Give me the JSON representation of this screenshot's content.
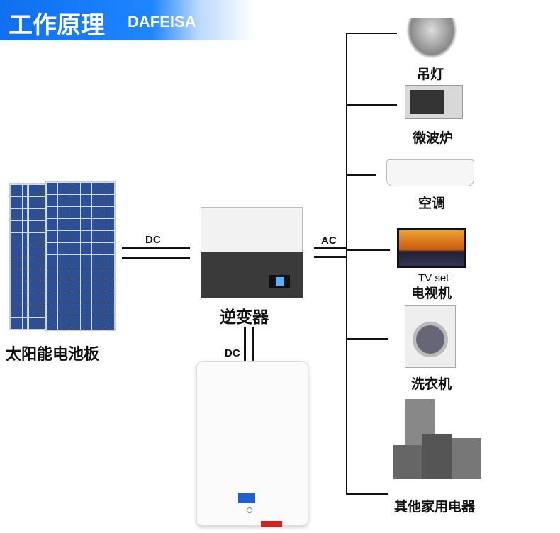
{
  "header": {
    "title": "工作原理",
    "brand": "DAFEISA"
  },
  "components": {
    "solar_panel": "太阳能电池板",
    "inverter": "逆变器"
  },
  "connections": {
    "dc_panel": "DC",
    "ac": "AC",
    "dc_battery": "DC"
  },
  "appliances": [
    {
      "label": "吊灯",
      "icon": "chandelier-icon"
    },
    {
      "label": "微波炉",
      "icon": "microwave-icon"
    },
    {
      "label": "空调",
      "icon": "air-conditioner-icon"
    },
    {
      "label": "电视机",
      "sublabel": "TV set",
      "icon": "tv-icon"
    },
    {
      "label": "洗衣机",
      "icon": "washing-machine-icon"
    },
    {
      "label": "其他家用电器",
      "icon": "home-appliances-icon"
    }
  ],
  "colors": {
    "banner": "#1e86ff"
  }
}
